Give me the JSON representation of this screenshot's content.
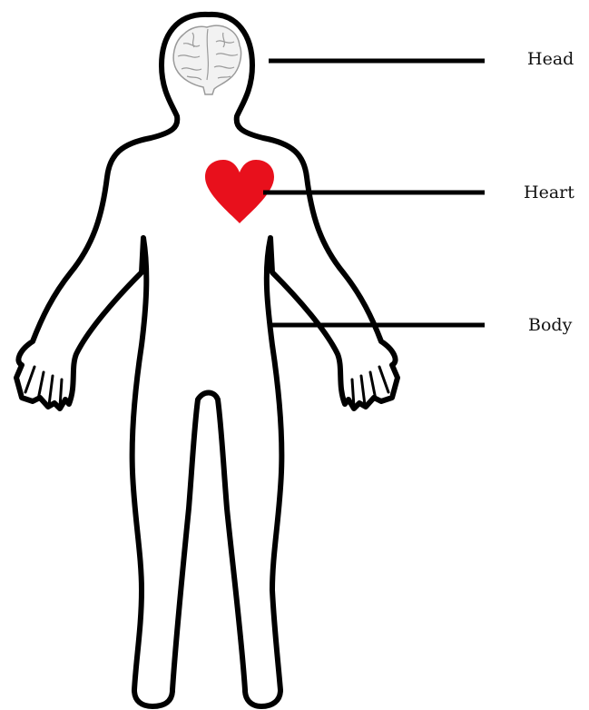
{
  "labels": {
    "head": "Head",
    "heart": "Heart",
    "body": "Body"
  },
  "colors": {
    "outline": "#000000",
    "heart": "#e8101c",
    "brain_fill": "#f2f2f2",
    "brain_stroke": "#9a9a9a",
    "leader_line": "#000000"
  },
  "icons": {
    "brain": "brain-icon",
    "heart": "heart-icon"
  }
}
